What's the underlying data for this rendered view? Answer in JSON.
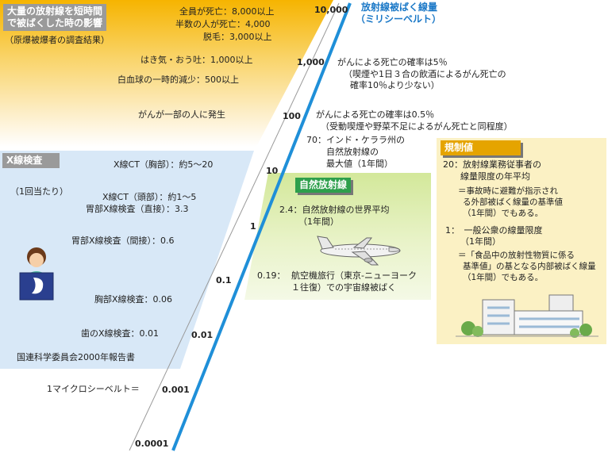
{
  "colors": {
    "axis": "#1f8fd8",
    "acute_bg_top": "#f6b400",
    "xray_bg": "#d8e8f7",
    "natural_bg": "#e9f3c9",
    "regulation_bg": "#fbf1c4",
    "heading_gray": "#9a9a9a",
    "heading_green": "#2e9f4c",
    "heading_gold": "#e5a400",
    "axis_title": "#1a78c7"
  },
  "axis": {
    "title_line1": "放射線被ばく線量",
    "title_line2": "（ミリシーベルト）",
    "ticks": [
      "10,000",
      "1,000",
      "100",
      "10",
      "1",
      "0.1",
      "0.01",
      "0.001",
      "0.0001"
    ]
  },
  "acute": {
    "heading_line1": "大量の放射線を短時間",
    "heading_line2": "で被ばくした時の影響",
    "sub": "（原爆被爆者の調査結果）",
    "items": [
      "全員が死亡：8,000以上",
      "半数の人が死亡：4,000",
      "脱毛：3,000以上",
      "はき気・おう吐：1,000以上",
      "白血球の一時的減少：500以上",
      "がんが一部の人に発生"
    ]
  },
  "cancer": {
    "c1000_line1": "がんによる死亡の確率は5％",
    "c1000_line2": "（喫煙や1日３合の飲酒によるがん死亡の",
    "c1000_line3": "確率10％より少ない）",
    "c100_line1": "がんによる死亡の確率は0.5％",
    "c100_line2": "（受動喫煙や野菜不足によるがん死亡と同程度）"
  },
  "natural": {
    "kerala_line1": "70：インド・ケララ州の",
    "kerala_line2": "自然放射線の",
    "kerala_line3": "最大値（1年間）",
    "heading": "自然放射線",
    "world_line1": "2.4：自然放射線の世界平均",
    "world_line2": "（1年間）",
    "flight_num": "0.19：",
    "flight_line1": "航空機旅行（東京-ニューヨーク",
    "flight_line2": "１往復）での宇宙線被ばく"
  },
  "xray": {
    "heading": "X線検査",
    "per": "（1回当たり）",
    "items": [
      "X線CT（胸部）：約5〜20",
      "X線CT（頭部）：約1〜5",
      "胃部X線検査（直接）：3.3",
      "胃部X線検査（間接）：0.6",
      "胸部X線検査：0.06",
      "歯のX線検査：0.01"
    ],
    "source": "国連科学委員会2000年報告書",
    "micro": "1マイクロシーベルト＝"
  },
  "regulation": {
    "heading": "規制値",
    "w_line1": "20：放射線業務従事者の",
    "w_line2": "線量限度の年平均",
    "w_line3": "＝事故時に避難が指示され",
    "w_line4": "る外部被ばく線量の基準値",
    "w_line5": "（1年間）でもある。",
    "p_line1": "1：　一般公衆の線量限度",
    "p_line2": "（1年間）",
    "p_line3": "＝「食品中の放射性物質に係る",
    "p_line4": "基準値」の基となる内部被ばく線量",
    "p_line5": "（1年間）でもある。"
  }
}
